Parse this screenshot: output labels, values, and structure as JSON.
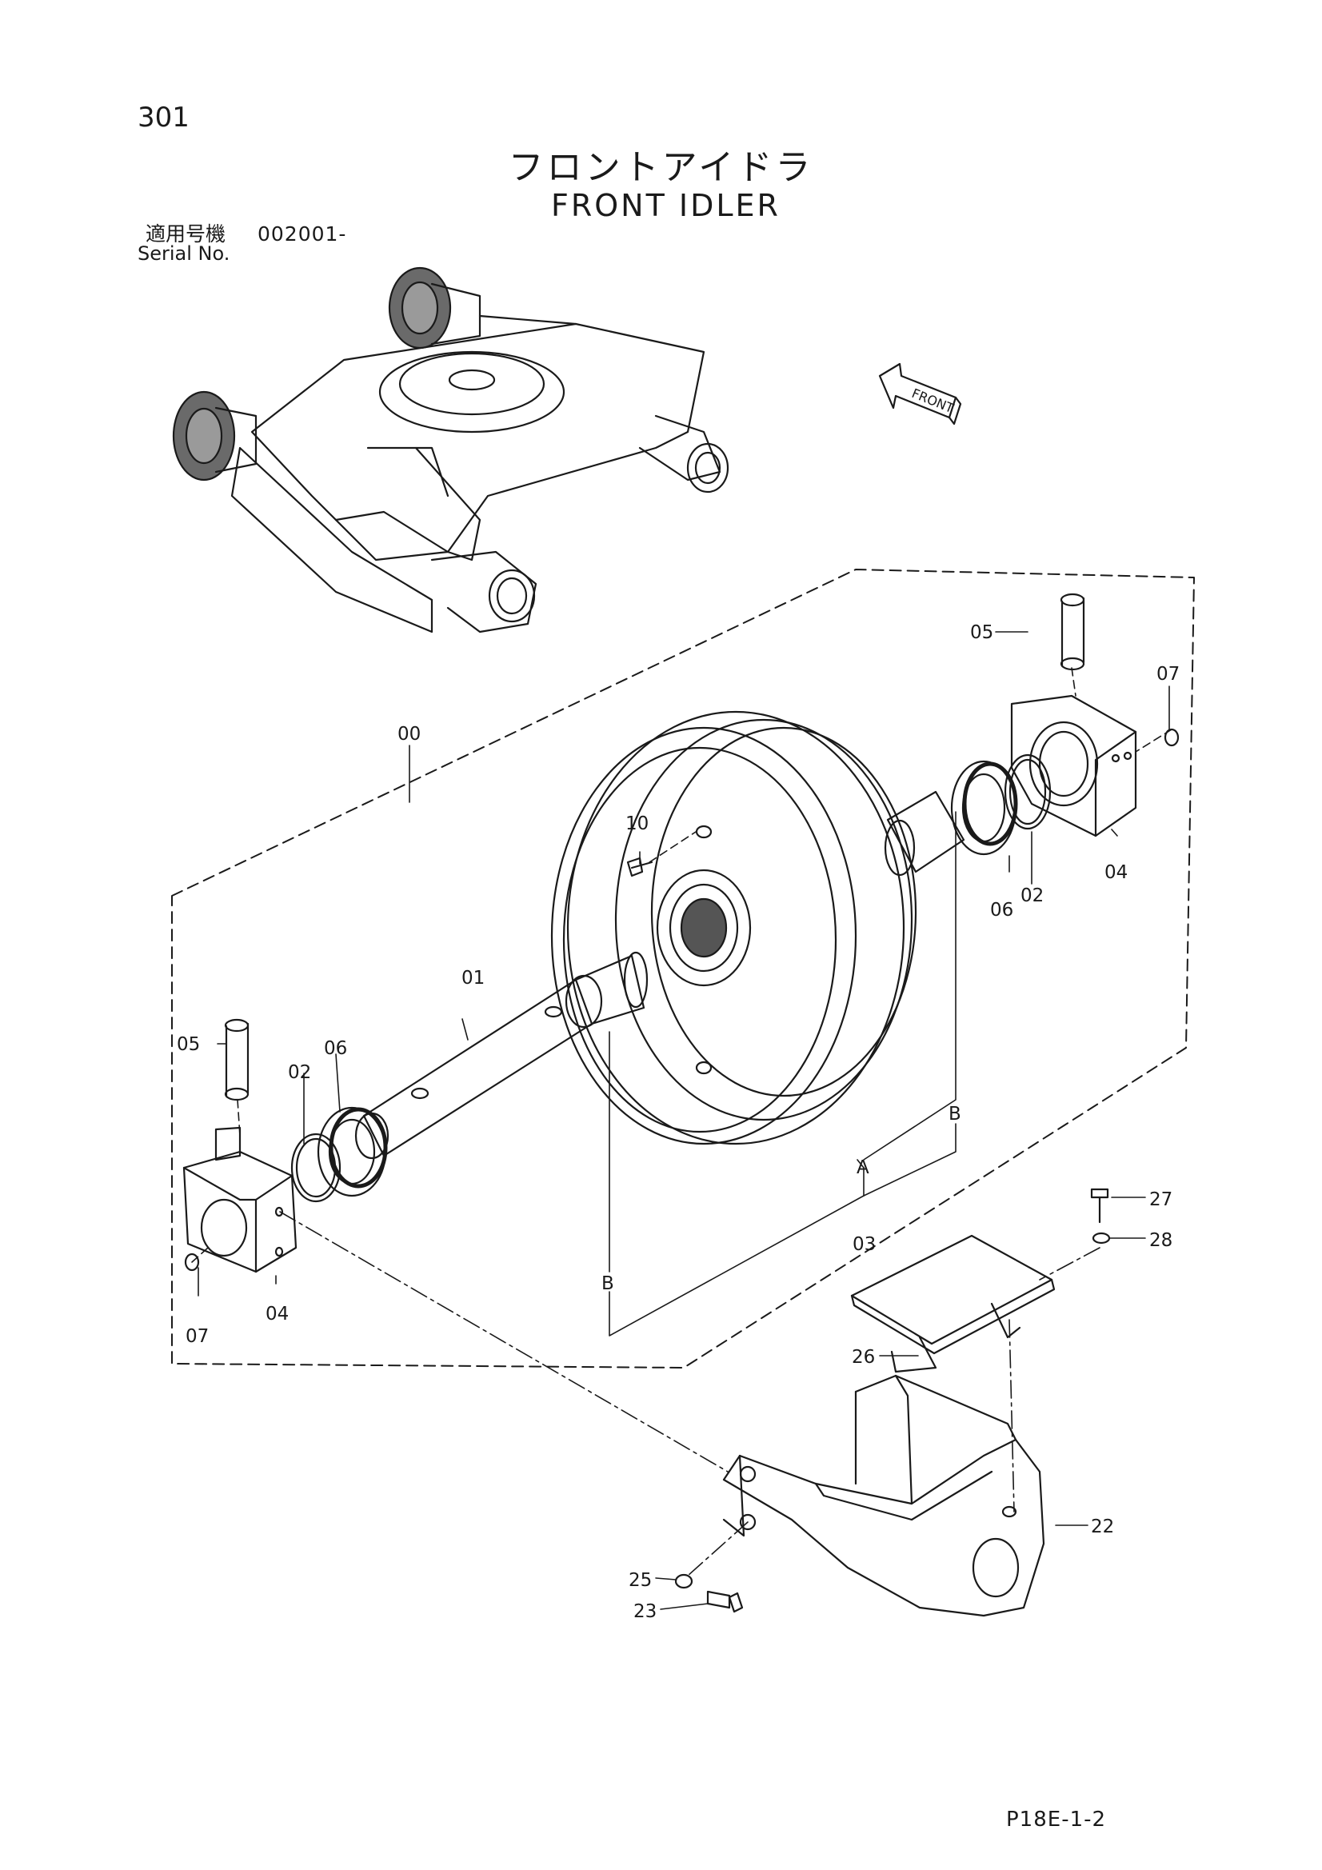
{
  "page": {
    "number": "301",
    "title_jp": "フロントアイドラ",
    "title_en": "FRONT IDLER",
    "serial_jp": "適用号機",
    "serial_value": "002001-",
    "serial_en": "Serial No.",
    "footer_code": "P18E-1-2"
  },
  "overview": {
    "front_arrow_label": "FRONT"
  },
  "callouts": {
    "c00": "00",
    "c01": "01",
    "c02_right": "02",
    "c02_left": "02",
    "c03": "03",
    "c04_right": "04",
    "c04_left": "04",
    "c05_right": "05",
    "c05_left": "05",
    "c06_right": "06",
    "c06_left": "06",
    "c07_right": "07",
    "c07_left": "07",
    "c10": "10",
    "c22": "22",
    "c23": "23",
    "c25": "25",
    "c26": "26",
    "c27": "27",
    "c28": "28",
    "ref_a": "A",
    "ref_b_right": "B",
    "ref_b_left": "B"
  }
}
